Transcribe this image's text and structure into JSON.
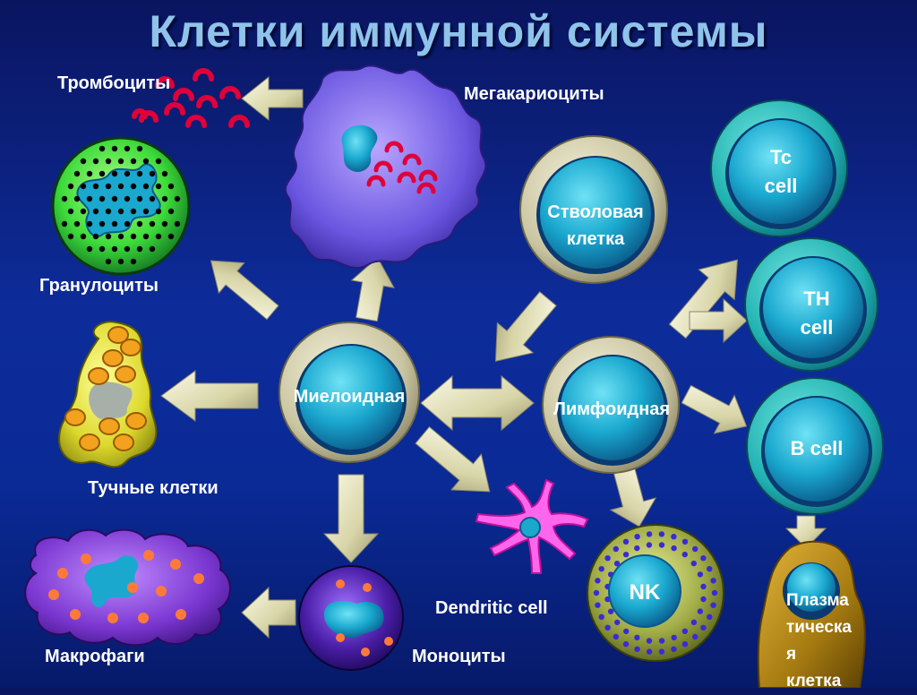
{
  "title": "Клетки иммунной системы",
  "labels": {
    "platelets": "Тромбоциты",
    "megakaryocytes": "Мегакариоциты",
    "granulocytes": "Гранулоциты",
    "mast_cells": "Тучные клетки",
    "macrophages": "Макрофаги",
    "monocytes": "Моноциты",
    "dendritic_cell": "Dendritic cell",
    "stem_cell_line1": "Стволовая",
    "stem_cell_line2": "клетка",
    "myeloid": "Миелоидная",
    "lymphoid": "Лимфоидная",
    "tc_line1": "Tc",
    "tc_line2": "cell",
    "th_line1": "TH",
    "th_line2": "cell",
    "b_cell": "B cell",
    "nk": "NK",
    "plasma_line1": "Плазма",
    "plasma_line2": "тическа",
    "plasma_line3": "я",
    "plasma_line4": "клетка"
  },
  "colors": {
    "background": "#0d2c9a",
    "title": "#8fc3ea",
    "cell_core": "#1fb3d6",
    "cell_ring": "#d4d0b4",
    "arrow": "#e8e6c4",
    "granule_red": "#e0003a",
    "granulocyte_green": "#3ddb3a",
    "mast_yellow": "#e6e23a",
    "macrophage_purple": "#8a3fd9",
    "dendritic_pink": "#ff66ee",
    "nk_olive": "#8f9a3a",
    "plasma_bronze": "#b88a1a"
  }
}
